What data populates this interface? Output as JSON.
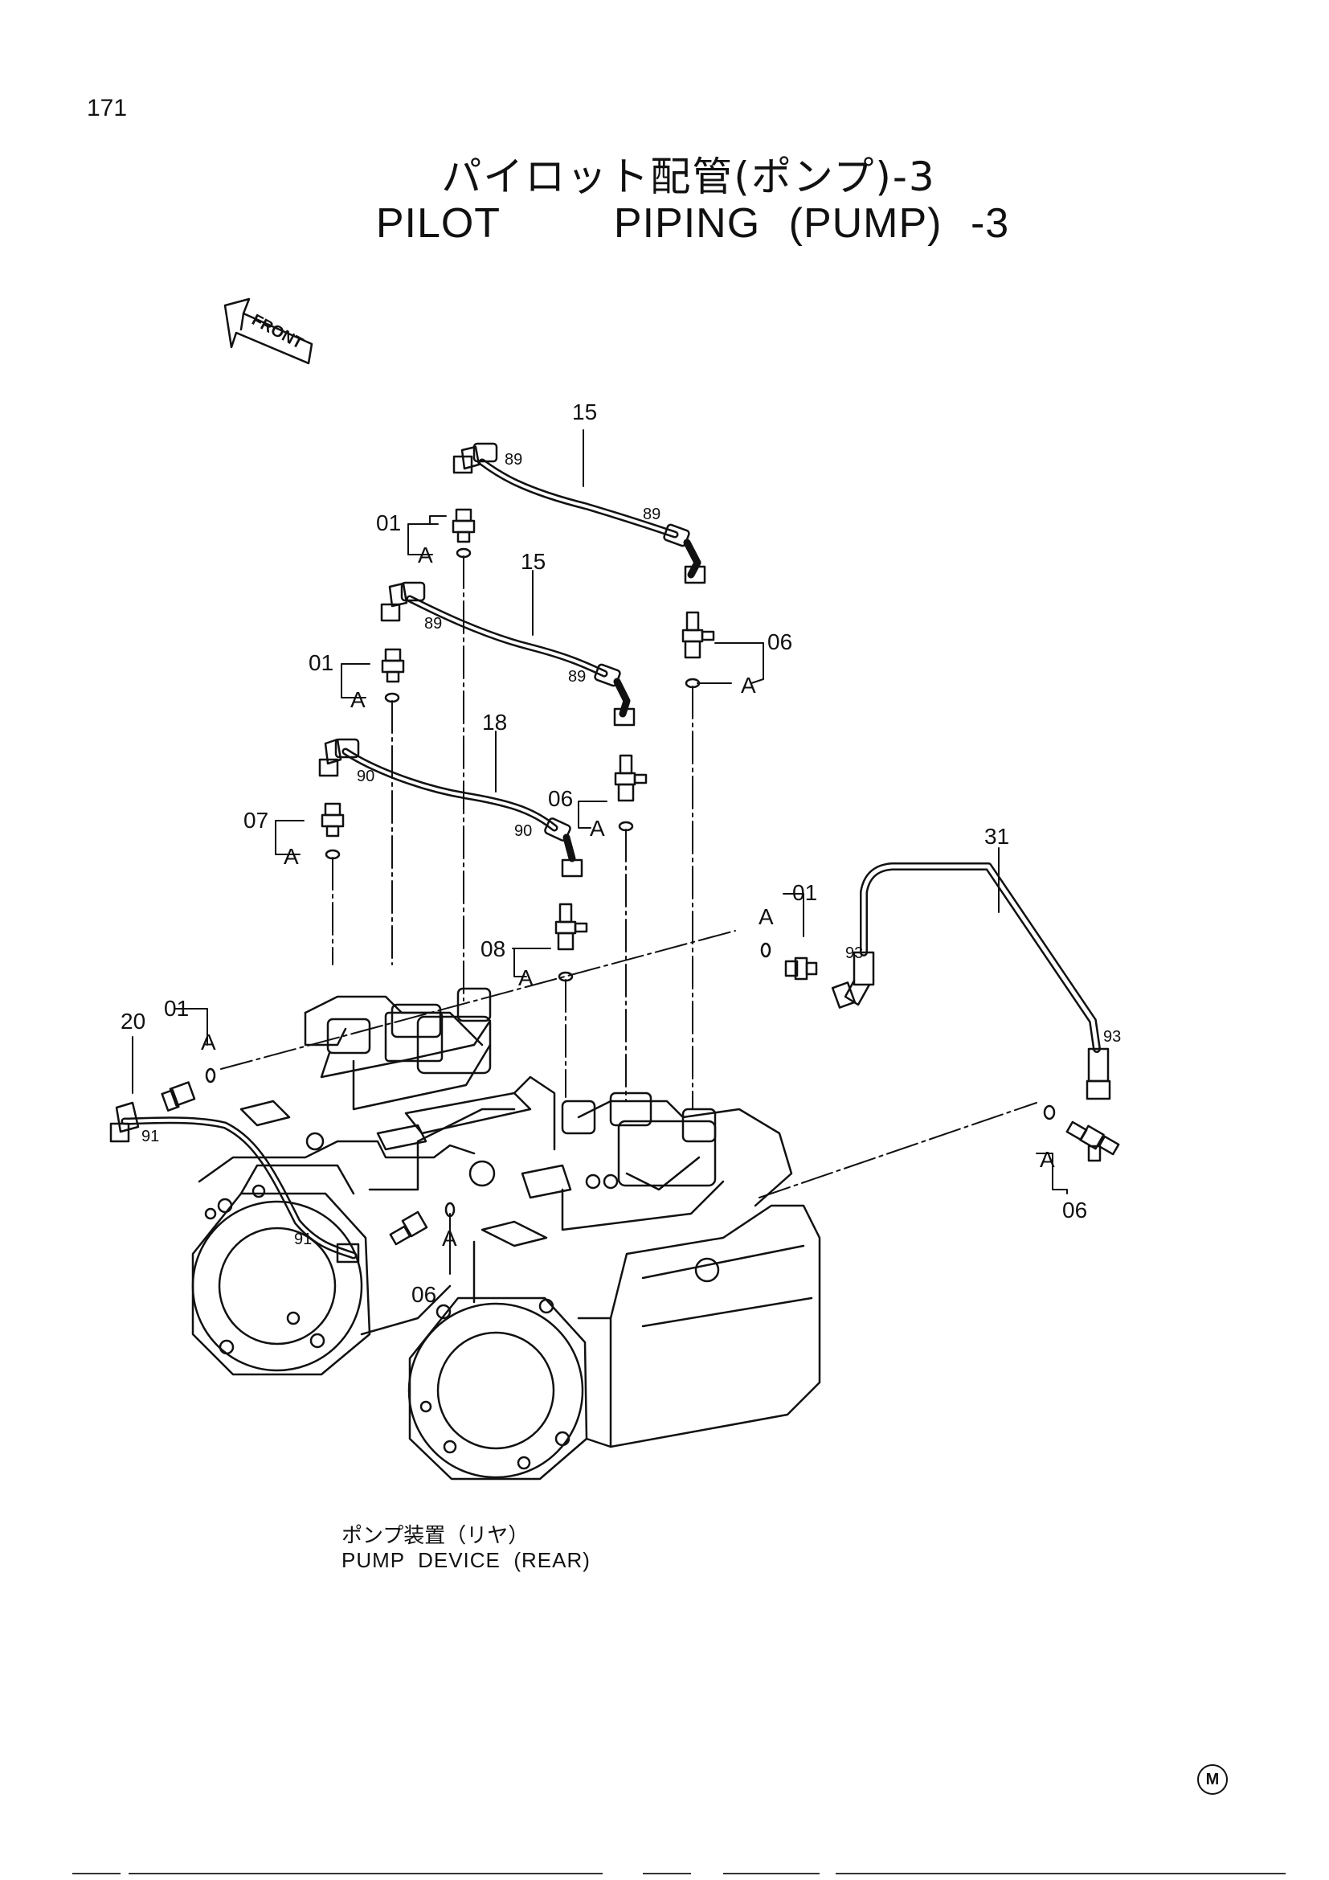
{
  "page_number": "171",
  "title_jp": "パイロット配管(ポンプ)-3",
  "title_en": "PILOT    PIPING (PUMP) -3",
  "front_arrow_label": "FRONT",
  "callouts": {
    "c15a": "15",
    "c15b": "15",
    "c18": "18",
    "c31": "31",
    "c20": "20",
    "c01a": "01",
    "c01b": "01",
    "c01c": "01",
    "c01d": "01",
    "c07": "07",
    "c08": "08",
    "c06a": "06",
    "c06b": "06",
    "c06c": "06",
    "c06d": "06",
    "A1": "A",
    "A2": "A",
    "A3": "A",
    "A4": "A",
    "A5": "A",
    "A6": "A",
    "A7": "A",
    "A8": "A",
    "A9": "A",
    "A10": "A",
    "n89a": "89",
    "n89b": "89",
    "n89c": "89",
    "n89d": "89",
    "n90a": "90",
    "n90b": "90",
    "n91a": "91",
    "n91b": "91",
    "n93a": "93",
    "n93b": "93"
  },
  "caption_jp": "ポンプ装置（リヤ）",
  "caption_en": "PUMP  DEVICE  (REAR)",
  "corner_mark": "M"
}
